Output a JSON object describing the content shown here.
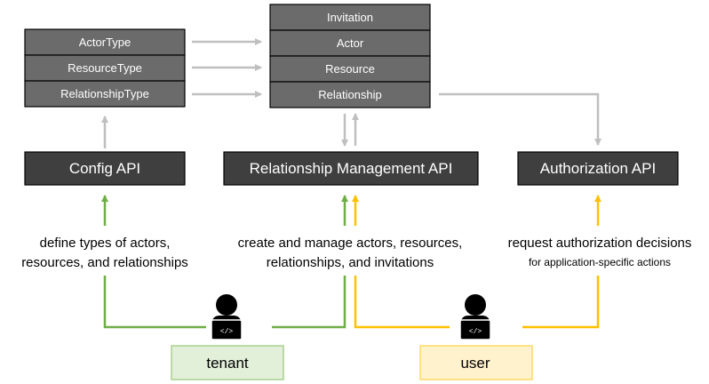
{
  "config_types": [
    "ActorType",
    "ResourceType",
    "RelationshipType"
  ],
  "entities": [
    "Invitation",
    "Actor",
    "Resource",
    "Relationship"
  ],
  "apis": {
    "config": "Config API",
    "relationship": "Relationship Management API",
    "authorization": "Authorization API"
  },
  "descriptions": {
    "config": [
      "define types of actors,",
      "resources, and relationships"
    ],
    "relationship": [
      "create and manage actors, resources,",
      "relationships, and invitations"
    ],
    "authorization": [
      "request authorization decisions",
      "for application-specific actions"
    ]
  },
  "roles": {
    "tenant": "tenant",
    "user": "user"
  },
  "colors": {
    "green": "#70ad47",
    "yellow": "#ffc000",
    "gray_arrow": "#bfbfbf",
    "tenant_fill": "#e2efd9",
    "tenant_border": "#a9d18e",
    "user_fill": "#fff2cc",
    "user_border": "#ffd966"
  },
  "icons": {
    "person": "person-laptop-icon"
  }
}
